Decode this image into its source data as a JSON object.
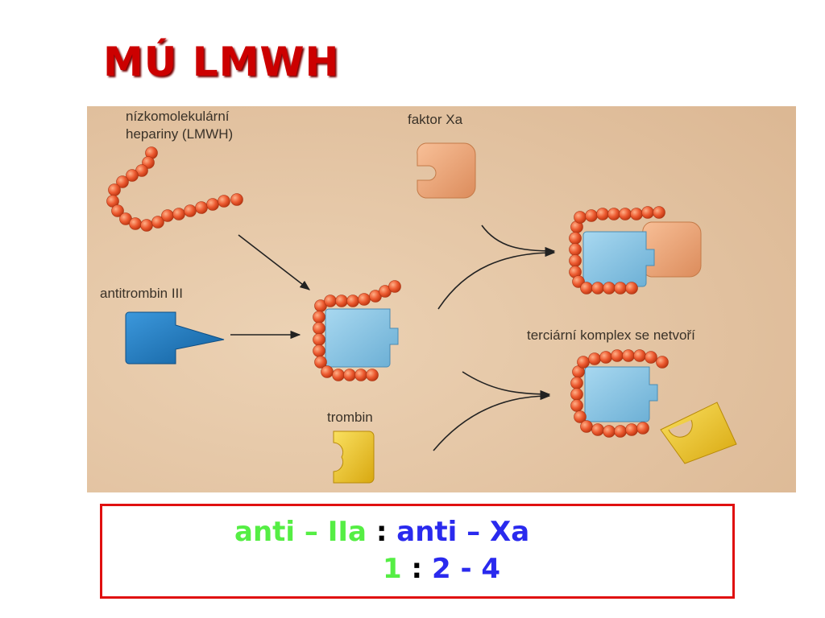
{
  "title": "MÚ LMWH",
  "diagram": {
    "labels": {
      "lmwh_line1": "nízkomolekulární",
      "lmwh_line2": "hepariny (LMWH)",
      "factor_xa": "faktor Xa",
      "antithrombin": "antitrombin III",
      "thrombin": "trombin",
      "no_complex": "terciární komplex se netvoří"
    },
    "colors": {
      "background": "#e6c8a8",
      "bead": "#e8502a",
      "antithrombin_shape": "#1e7ec8",
      "complex_shape": "#8ec8e6",
      "factor_xa_shape": "#f0a878",
      "thrombin_shape": "#f0cc20",
      "arrow": "#222222"
    }
  },
  "ratio": {
    "line1": {
      "left": "anti – IIa",
      "sep": ":",
      "right": "anti – Xa"
    },
    "line2": {
      "left": "1",
      "sep": ":",
      "right": "2 - 4"
    },
    "colors": {
      "green": "#55ee44",
      "blue": "#2a2aee",
      "border": "#e01010"
    }
  }
}
